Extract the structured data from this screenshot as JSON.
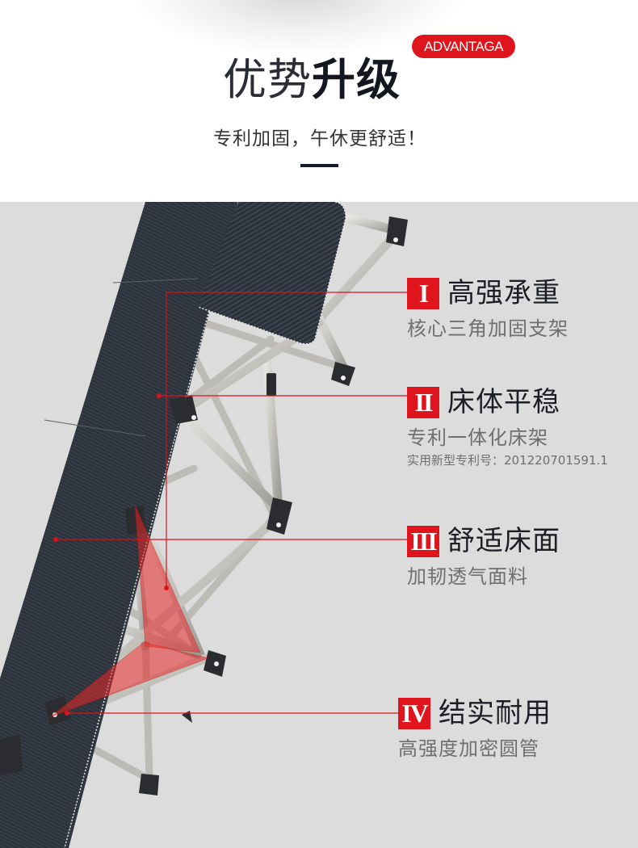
{
  "header": {
    "title_light": "优势",
    "title_bold": "升级",
    "badge": "ADVANTAGA",
    "subtitle": "专利加固，午休更舒适！"
  },
  "colors": {
    "accent_red": "#e0141d",
    "panel_bg": "#dcdcdc",
    "mat_dark": "#2d333c",
    "frame_tube": "#c9c7c2",
    "title_dark": "#141620"
  },
  "product": {
    "name": "folding-cot",
    "highlight": "reinforced-triangle-bracket"
  },
  "features": [
    {
      "numeral": "I",
      "title": "高强承重",
      "description": "核心三角加固支架"
    },
    {
      "numeral": "II",
      "title": "床体平稳",
      "description": "专利一体化床架",
      "note": "实用新型专利号：201220701591.1"
    },
    {
      "numeral": "III",
      "title": "舒适床面",
      "description": "加韧透气面料"
    },
    {
      "numeral": "IV",
      "title": "结实耐用",
      "description": "高强度加密圆管"
    }
  ]
}
